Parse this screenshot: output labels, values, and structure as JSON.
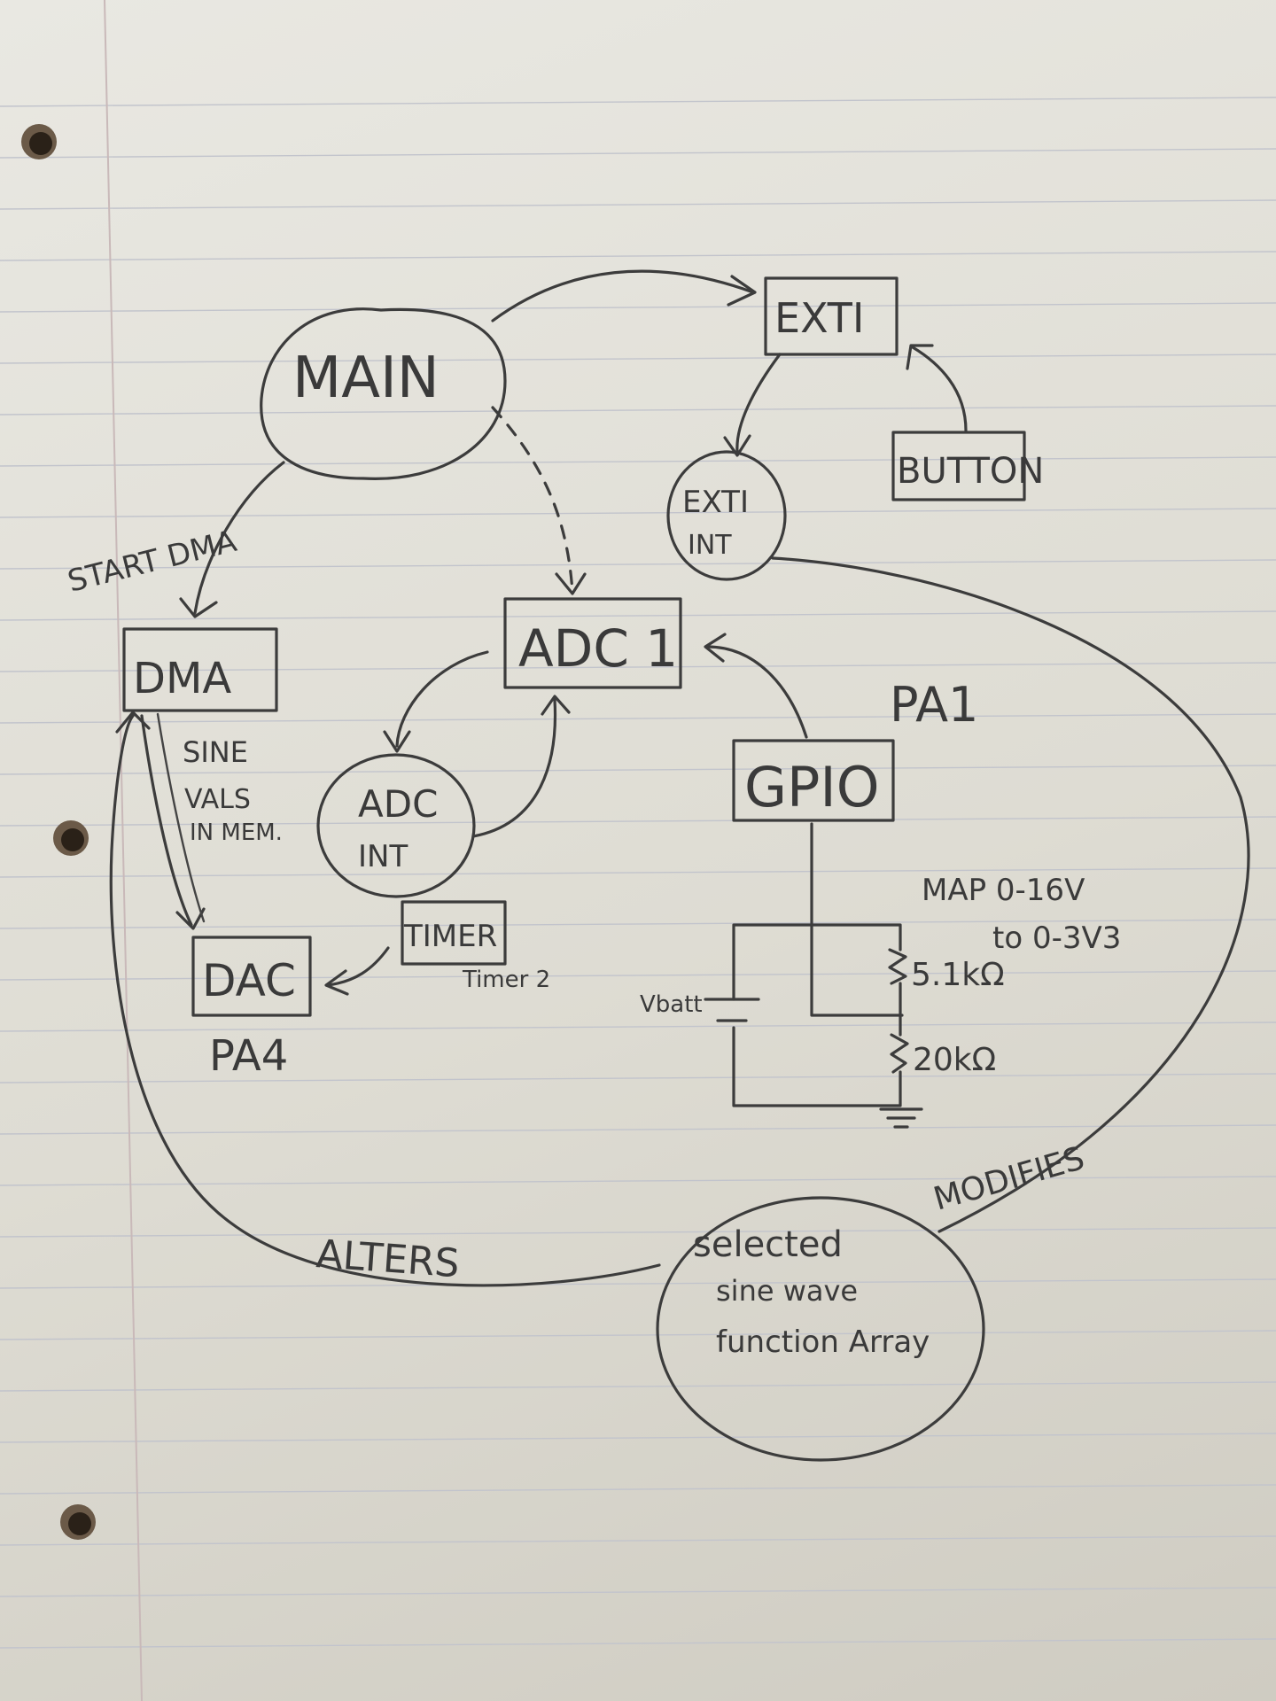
{
  "nodes": {
    "main": "MAIN",
    "exti": "EXTI",
    "button": "BUTTON",
    "exti_int_1": "EXTI",
    "exti_int_2": "INT",
    "adc1": "ADC 1",
    "dma": "DMA",
    "adc_int_1": "ADC",
    "adc_int_2": "INT",
    "gpio": "GPIO",
    "timer": "TIMER",
    "dac": "DAC",
    "array_1": "selected",
    "array_2": "sine wave",
    "array_3": "function Array"
  },
  "labels": {
    "start_dma": "START DMA",
    "sine_vals_1": "SINE",
    "sine_vals_2": "VALS",
    "sine_vals_3": "IN MEM.",
    "pa1": "PA1",
    "pa4": "PA4",
    "timer2": "Timer 2",
    "map_1": "MAP 0-16V",
    "map_2": "to 0-3V3",
    "r1": "5.1kΩ",
    "r2": "20kΩ",
    "vbatt": "Vbatt",
    "alters": "ALTERS",
    "modifies": "MODIFIES"
  }
}
